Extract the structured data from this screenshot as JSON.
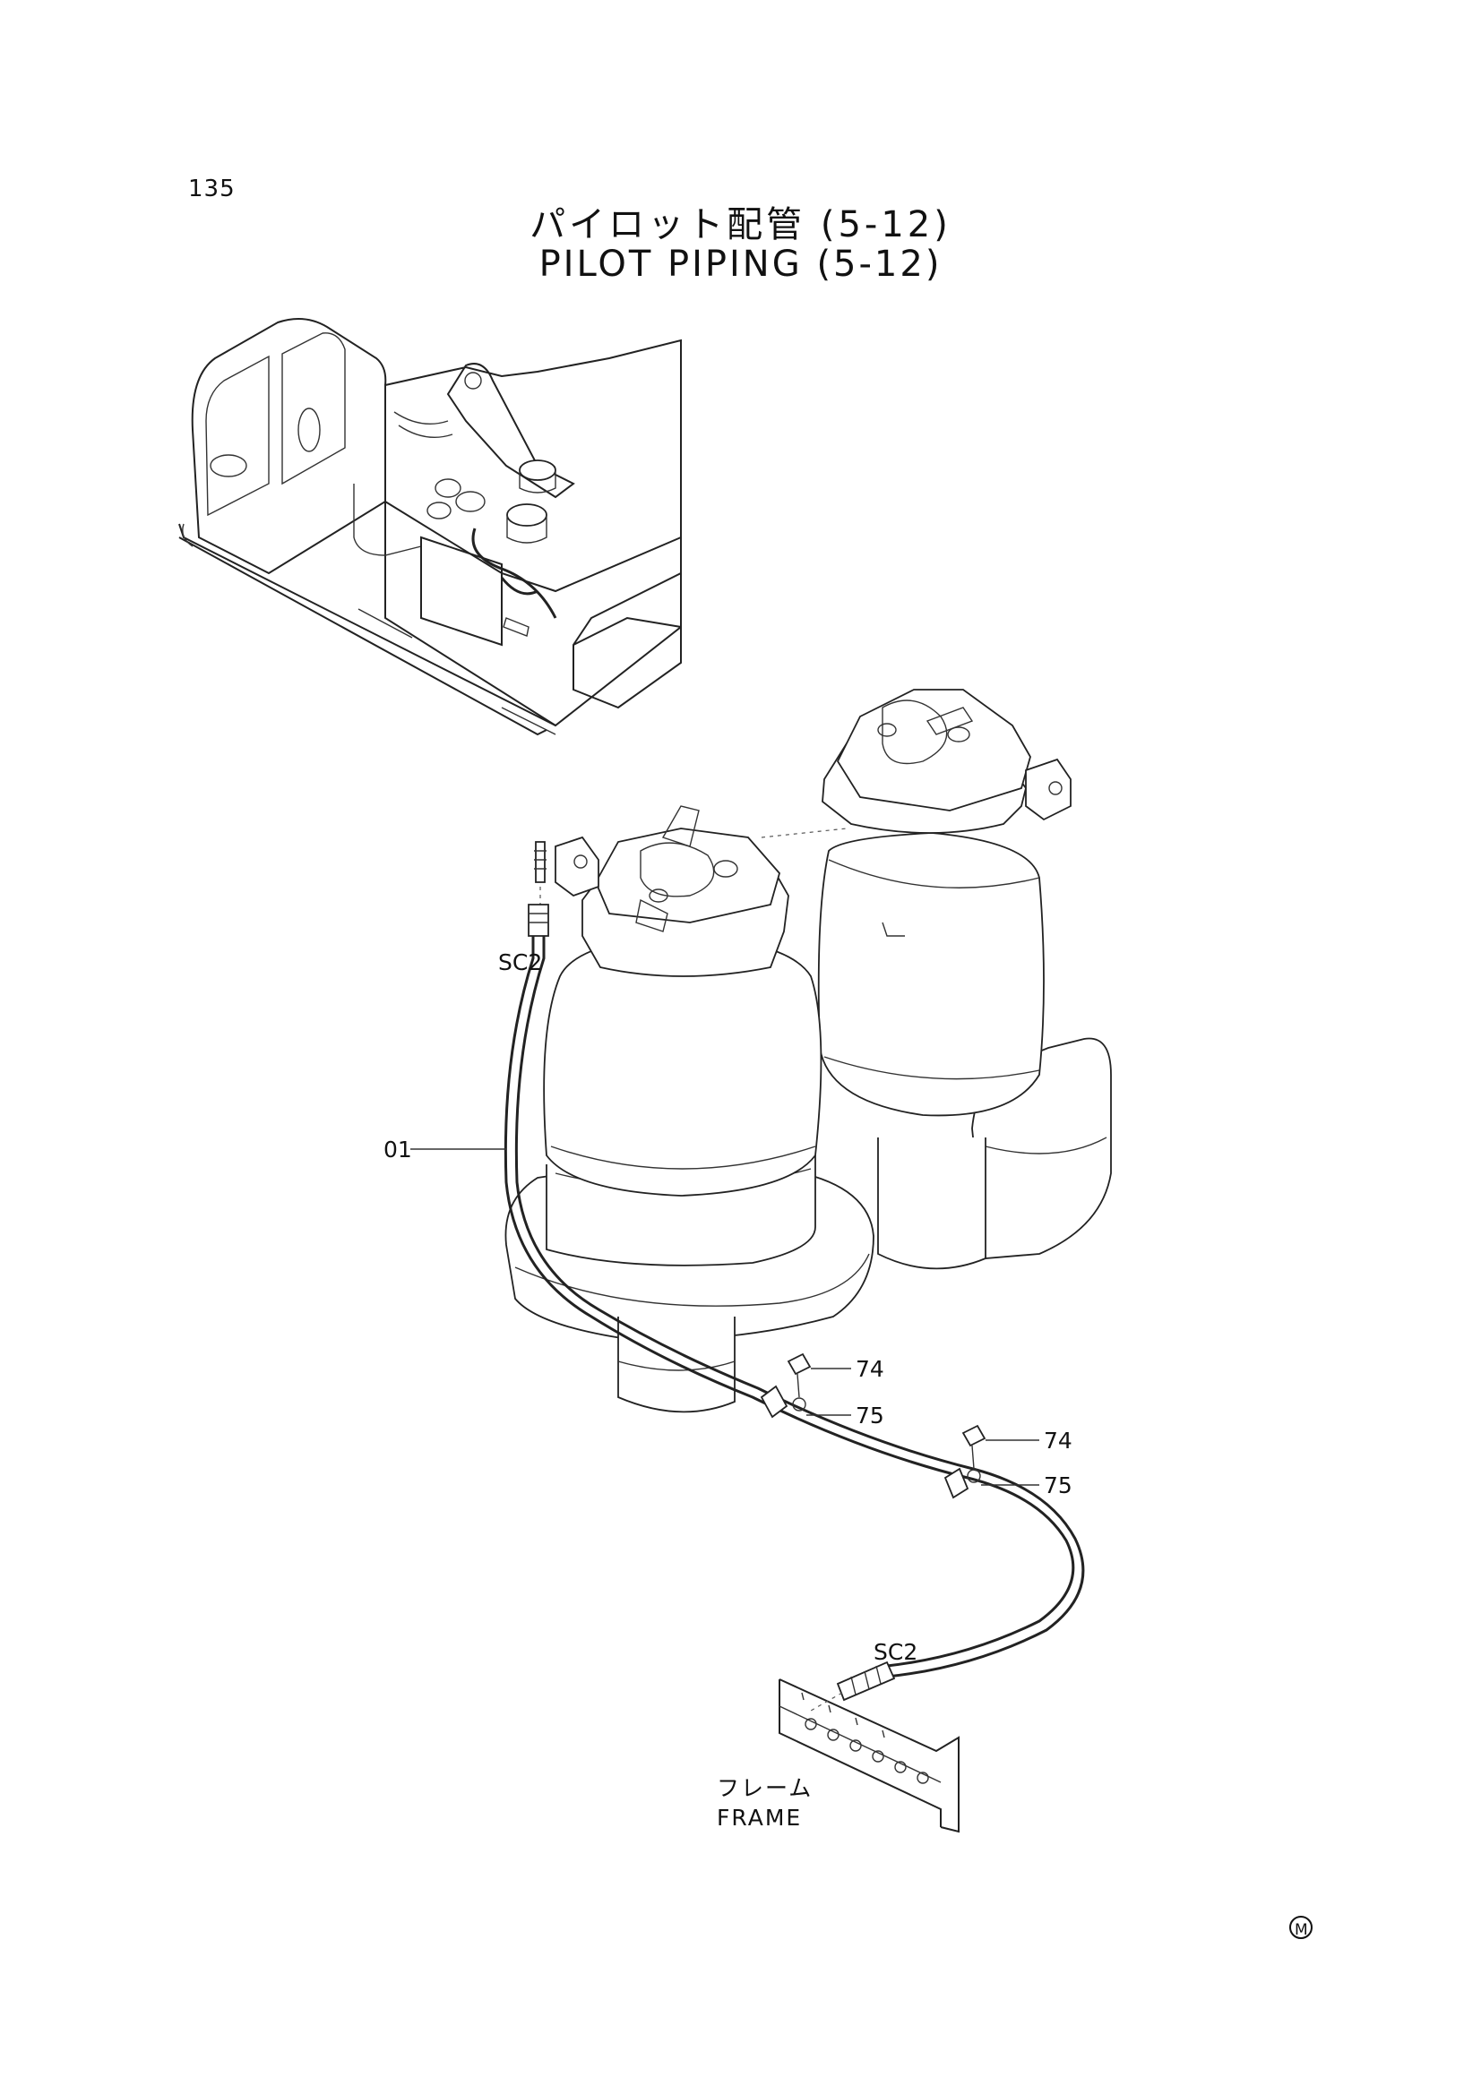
{
  "page": {
    "number": "135",
    "title_jp": "パイロット配管 (5-12)",
    "title_en": "PILOT PIPING (5-12)"
  },
  "callouts": {
    "hose": "01",
    "bolt_1": "74",
    "washer_1": "75",
    "bolt_2": "74",
    "washer_2": "75",
    "fitting_top": "SC2",
    "fitting_bottom": "SC2"
  },
  "frame_label": {
    "jp": "フレーム",
    "en": "FRAME"
  },
  "mark": "M"
}
